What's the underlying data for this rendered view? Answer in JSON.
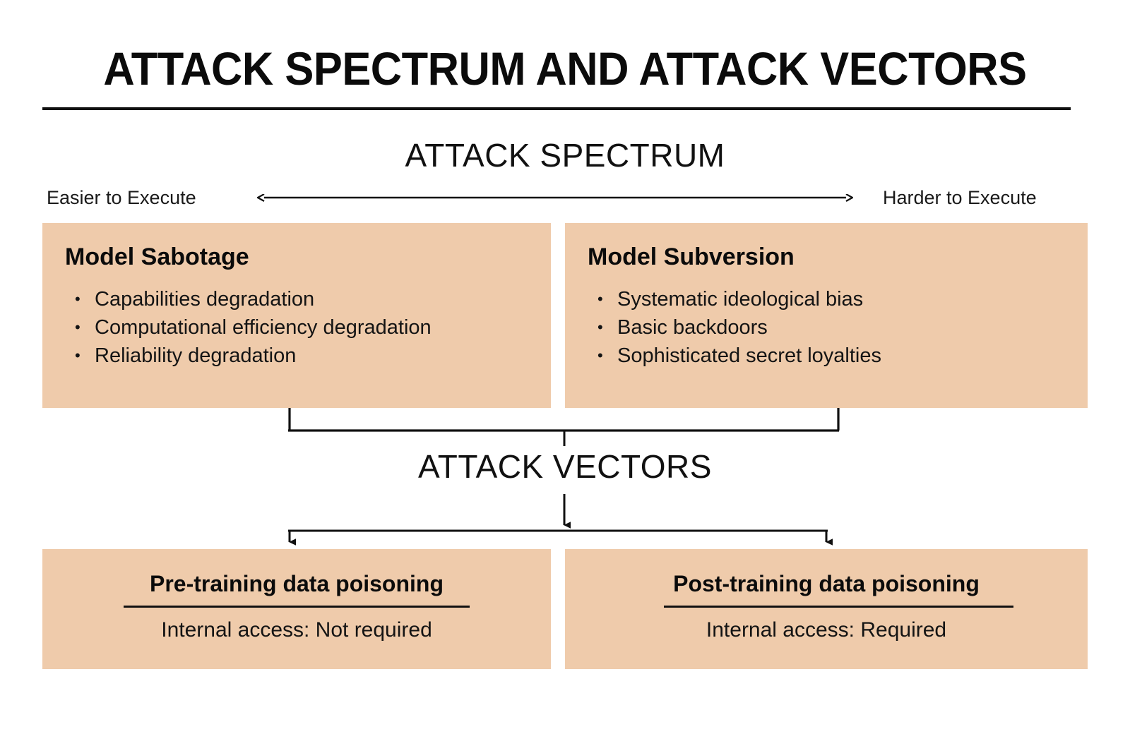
{
  "header": {
    "title": "ATTACK SPECTRUM AND ATTACK VECTORS"
  },
  "spectrum": {
    "heading": "ATTACK SPECTRUM",
    "axis_left_label": "Easier to Execute",
    "axis_right_label": "Harder to Execute",
    "boxes": [
      {
        "title": "Model Sabotage",
        "bullets": [
          "Capabilities degradation",
          "Computational efficiency degradation",
          "Reliability degradation"
        ]
      },
      {
        "title": "Model Subversion",
        "bullets": [
          "Systematic ideological bias",
          "Basic backdoors",
          "Sophisticated secret loyalties"
        ]
      }
    ]
  },
  "vectors": {
    "heading": "ATTACK VECTORS",
    "boxes": [
      {
        "title": "Pre-training data poisoning",
        "subtitle": "Internal access: Not required"
      },
      {
        "title": "Post-training data poisoning",
        "subtitle": "Internal access: Required"
      }
    ]
  },
  "colors": {
    "box_fill": "#EFCBAB",
    "line": "#111111",
    "text": "#111111",
    "background": "#FFFFFF"
  }
}
